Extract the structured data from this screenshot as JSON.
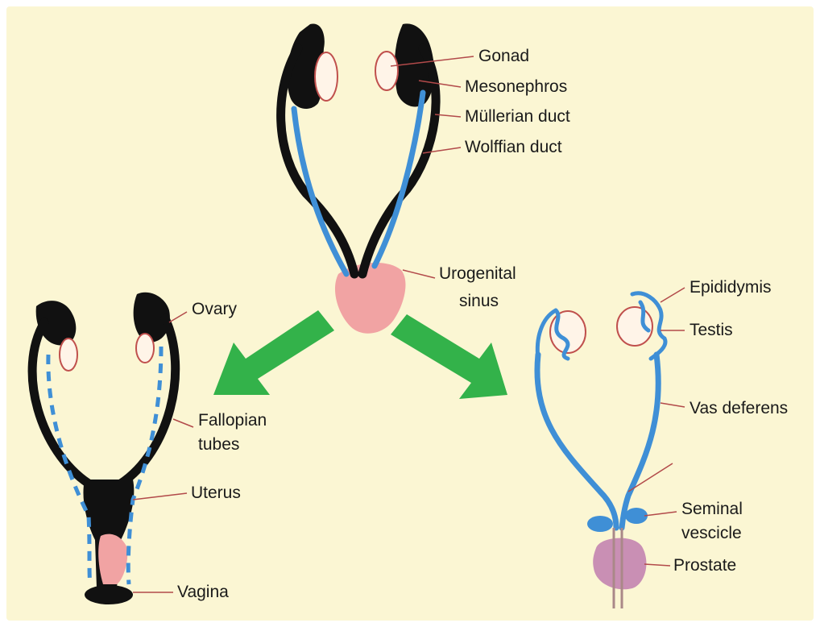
{
  "colors": {
    "background": "#fbf6d3",
    "duct_black": "#111111",
    "wolffian_blue": "#3f8fd6",
    "gonad_outline": "#c0504d",
    "sinus_pink": "#f1a3a3",
    "prostate_purple": "#c98fb4",
    "arrow_green": "#33b24a",
    "leader_line": "#b24a4a"
  },
  "top_labels": {
    "gonad": "Gonad",
    "mesonephros": "Mesonephros",
    "mullerian_duct": "Müllerian duct",
    "wolffian_duct": "Wolffian duct",
    "urogenital_sinus_line1": "Urogenital",
    "urogenital_sinus_line2": "sinus"
  },
  "female_labels": {
    "ovary": "Ovary",
    "fallopian_line1": "Fallopian",
    "fallopian_line2": "tubes",
    "uterus": "Uterus",
    "vagina": "Vagina"
  },
  "male_labels": {
    "epididymis": "Epididymis",
    "testis": "Testis",
    "vas_deferens": "Vas deferens",
    "seminal_line1": "Seminal",
    "seminal_line2": "vescicle",
    "prostate": "Prostate"
  },
  "arrows": {
    "left": "arrow-to-female",
    "right": "arrow-to-male"
  }
}
